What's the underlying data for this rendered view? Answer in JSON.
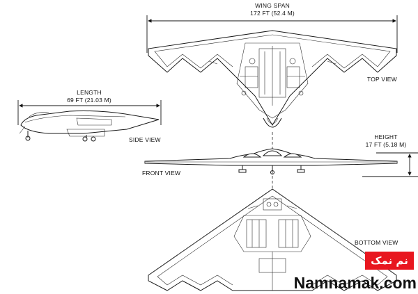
{
  "labels": {
    "wing_span_title": "WING SPAN",
    "wing_span_value": "172 FT (52.4 M)",
    "length_title": "LENGTH",
    "length_value": "69 FT (21.03 M)",
    "height_title": "HEIGHT",
    "height_value": "17 FT (5.18 M)",
    "top_view": "TOP VIEW",
    "side_view": "SIDE VIEW",
    "front_view": "FRONT VIEW",
    "bottom_view": "BOTTOM VIEW"
  },
  "watermark": {
    "badge_text": "نم نمک",
    "site_text": "Namnamak.com",
    "badge_color": "#e8161f"
  }
}
